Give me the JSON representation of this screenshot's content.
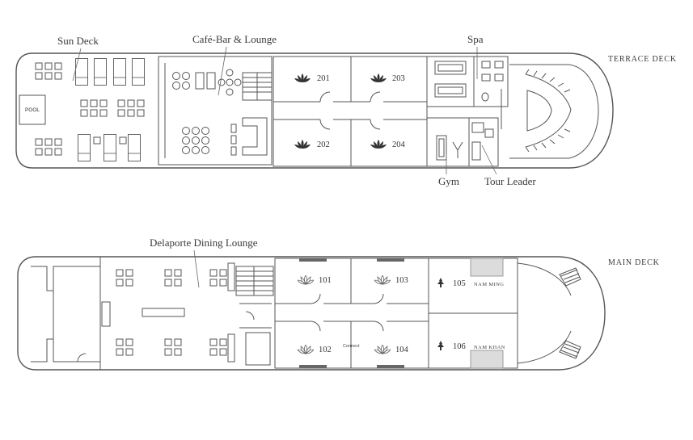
{
  "decks": {
    "terrace": {
      "title": "TERRACE DECK",
      "areas": {
        "sun_deck": "Sun Deck",
        "cafe_bar": "Café-Bar & Lounge",
        "spa": "Spa",
        "gym": "Gym",
        "tour_leader": "Tour Leader",
        "pool": "POOL"
      },
      "cabins": [
        "201",
        "202",
        "203",
        "204"
      ]
    },
    "main": {
      "title": "MAIN DECK",
      "areas": {
        "dining": "Delaporte Dining Lounge",
        "connect": "Connect"
      },
      "cabins": [
        "101",
        "102",
        "103",
        "104",
        "105",
        "106"
      ],
      "suites": [
        "NAM MING",
        "NAM KHAN"
      ]
    }
  },
  "colors": {
    "line": "#555555",
    "shade": "#dcdcdc",
    "text": "#3a3a3a"
  },
  "icons": [
    "lotus-icon-filled",
    "lotus-icon-outline",
    "tree-icon"
  ]
}
